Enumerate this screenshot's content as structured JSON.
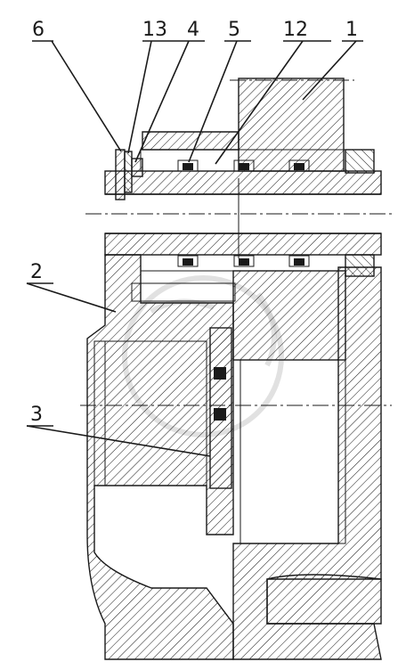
{
  "drawing": {
    "callouts": [
      {
        "id": "c6",
        "text": "6"
      },
      {
        "id": "c13",
        "text": "13"
      },
      {
        "id": "c4",
        "text": "4"
      },
      {
        "id": "c5",
        "text": "5"
      },
      {
        "id": "c12",
        "text": "12"
      },
      {
        "id": "c1",
        "text": "1"
      },
      {
        "id": "c2",
        "text": "2"
      },
      {
        "id": "c3",
        "text": "3"
      }
    ]
  }
}
